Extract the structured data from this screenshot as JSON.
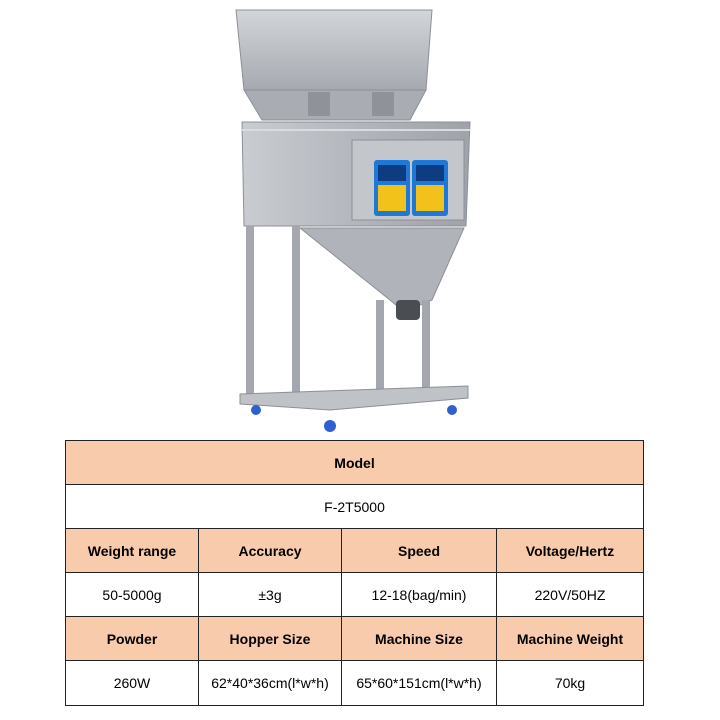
{
  "table": {
    "model_header": "Model",
    "model_value": "F-2T5000",
    "row1_headers": [
      "Weight range",
      "Accuracy",
      "Speed",
      "Voltage/Hertz"
    ],
    "row1_values": [
      "50-5000g",
      "±3g",
      "12-18(bag/min)",
      "220V/50HZ"
    ],
    "row2_headers": [
      "Powder",
      "Hopper Size",
      "Machine Size",
      "Machine Weight"
    ],
    "row2_values": [
      "260W",
      "62*40*36cm(l*w*h)",
      "65*60*151cm(l*w*h)",
      "70kg"
    ]
  },
  "colors": {
    "header_fill": "#f8cbad",
    "border": "#222222",
    "machine_steel": "#b9bcc1",
    "panel_blue": "#1e78d7",
    "keypad_yellow": "#f2c21b",
    "caster_blue": "#2f5fd0"
  },
  "image": {
    "subject": "stainless steel dual-head weighing filling machine"
  }
}
